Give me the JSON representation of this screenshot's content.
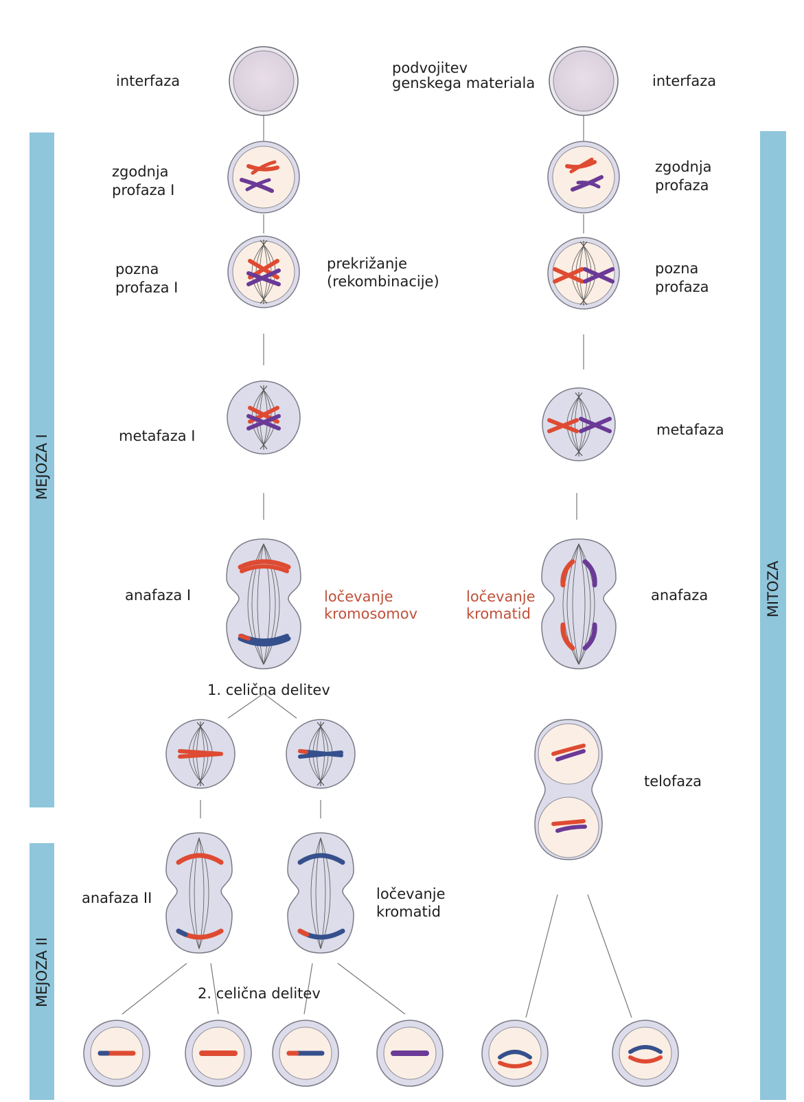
{
  "bands": {
    "meiosis1": "MEJOZA I",
    "meiosis2": "MEJOZA II",
    "mitosis": "MITOZA"
  },
  "labels": {
    "interphase_left": "interfaza",
    "dna_replication": [
      "podvojitev",
      "genskega materiala"
    ],
    "interphase_right": "interfaza",
    "early_prophase_1": [
      "zgodnja",
      "profaza I"
    ],
    "early_prophase": [
      "zgodnja",
      "profaza"
    ],
    "late_prophase_1": [
      "pozna",
      "profaza I"
    ],
    "crossing_over": [
      "prekrižanje",
      "(rekombinacije)"
    ],
    "late_prophase": [
      "pozna",
      "profaza"
    ],
    "metaphase_1": "metafaza I",
    "metaphase": "metafaza",
    "anaphase_1": "anafaza I",
    "chromosome_separation": [
      "ločevanje",
      "kromosomov"
    ],
    "chromatid_separation_mitosis": [
      "ločevanje",
      "kromatid"
    ],
    "anaphase": "anafaza",
    "first_division": "1. celična delitev",
    "telophase": "telofaza",
    "anaphase_2": "anafaza II",
    "chromatid_separation_meiosis": [
      "ločevanje",
      "kromatid"
    ],
    "second_division": "2. celična delitev"
  },
  "colors": {
    "band": "#8fc6dc",
    "cell_fill": "#dcdcea",
    "cell_edge": "#8a8a96",
    "nucleus_fill": "#fbeee4",
    "chrom_red": "#de4b32",
    "chrom_purple": "#6a3a96",
    "chrom_blue": "#35508c",
    "annotation_red": "#c0503a"
  }
}
